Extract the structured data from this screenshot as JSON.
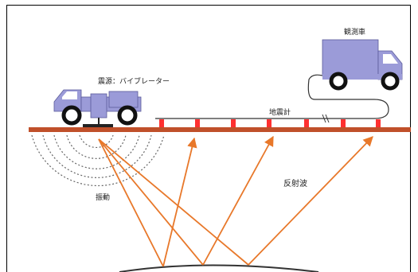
{
  "labels": {
    "source": "震源：バイブレーター",
    "recording_truck": "観測車",
    "geophone": "地震計",
    "vibration": "振動",
    "reflected_wave": "反射波"
  },
  "colors": {
    "truck_body": "#9b9bd8",
    "ground": "#c0502a",
    "geophone": "#ff3030",
    "ray": "#e8782a",
    "wavefront": "#666666"
  }
}
